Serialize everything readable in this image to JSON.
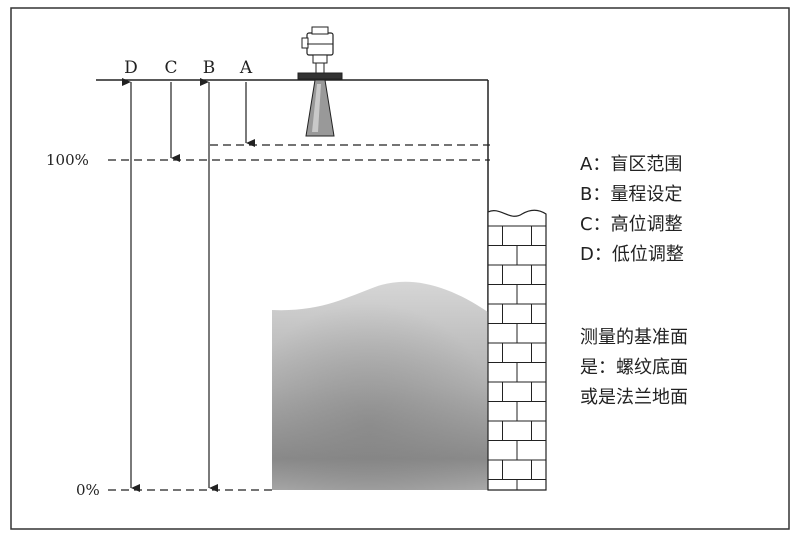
{
  "diagram": {
    "dimension_labels": [
      "D",
      "C",
      "B",
      "A"
    ],
    "level_labels": {
      "full": "100%",
      "empty": "0%"
    },
    "legend": [
      "A：盲区范围",
      "B：量程设定",
      "C：高位调整",
      "D：低位调整"
    ],
    "note": [
      "测量的基准面",
      "是：螺纹底面",
      "或是法兰地面"
    ],
    "colors": {
      "line": "#222222",
      "liquid_top": "#d2d2d2",
      "liquid_bottom": "#8e8e8e",
      "brick": "#ffffff"
    }
  }
}
